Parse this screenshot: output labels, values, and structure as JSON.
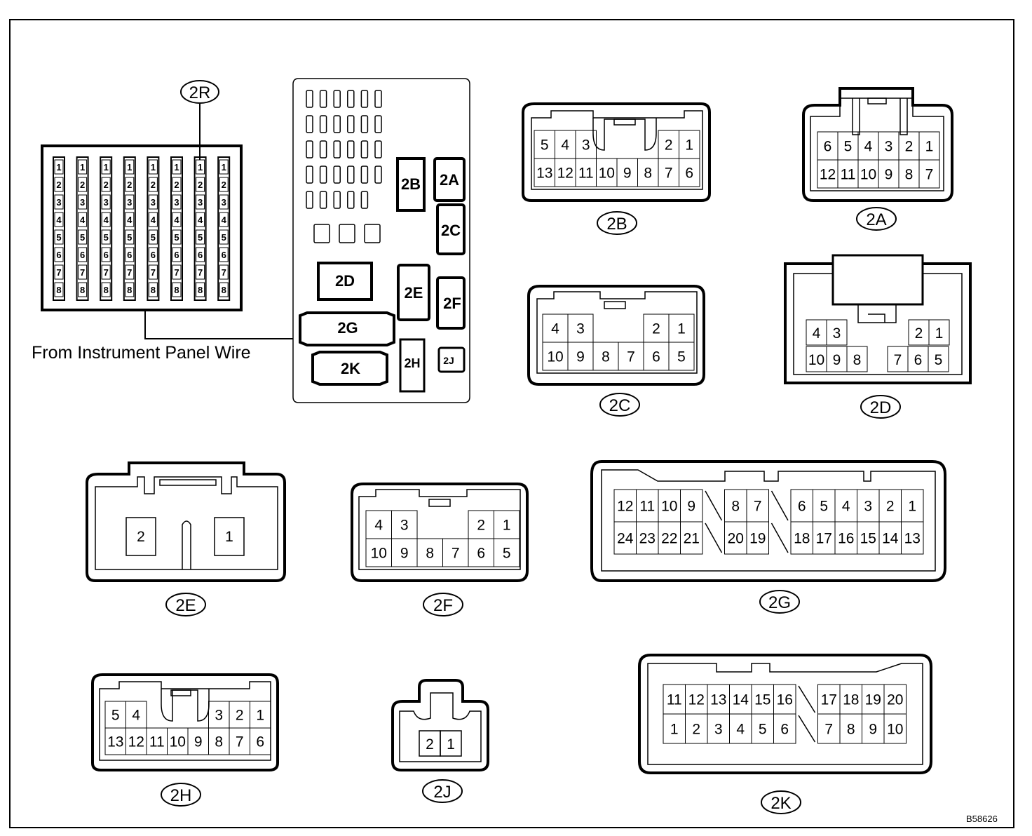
{
  "caption_from_panel": "From Instrument Panel Wire",
  "figure_code": "B58626",
  "fuse_block_slots": {
    "2B": "2B",
    "2A": "2A",
    "2C": "2C",
    "2D": "2D",
    "2E": "2E",
    "2F": "2F",
    "2G": "2G",
    "2K": "2K",
    "2H": "2H",
    "2J": "2J"
  },
  "connectors": {
    "2R": {
      "label": "2R",
      "columns": 8,
      "pins": [
        "1",
        "2",
        "3",
        "4",
        "5",
        "6",
        "7",
        "8"
      ]
    },
    "2B": {
      "label": "2B",
      "top": [
        "5",
        "4",
        "3",
        "",
        "",
        "",
        "2",
        "1"
      ],
      "bottom": [
        "13",
        "12",
        "11",
        "10",
        "9",
        "8",
        "7",
        "6"
      ]
    },
    "2A": {
      "label": "2A",
      "top": [
        "6",
        "5",
        "4",
        "3",
        "2",
        "1"
      ],
      "bottom": [
        "12",
        "11",
        "10",
        "9",
        "8",
        "7"
      ]
    },
    "2C": {
      "label": "2C",
      "top": [
        "4",
        "3",
        "",
        "",
        "2",
        "1"
      ],
      "bottom": [
        "10",
        "9",
        "8",
        "7",
        "6",
        "5"
      ]
    },
    "2D": {
      "label": "2D",
      "top": [
        "4",
        "3",
        "",
        "",
        "2",
        "1"
      ],
      "bottom": [
        "10",
        "9",
        "8",
        "",
        "7",
        "6",
        "5"
      ]
    },
    "2E": {
      "label": "2E",
      "pins": [
        "2",
        "1"
      ]
    },
    "2F": {
      "label": "2F",
      "top": [
        "4",
        "3",
        "",
        "",
        "2",
        "1"
      ],
      "bottom": [
        "10",
        "9",
        "8",
        "7",
        "6",
        "5"
      ]
    },
    "2G": {
      "label": "2G",
      "top": [
        "12",
        "11",
        "10",
        "9",
        "/",
        "8",
        "7",
        "/",
        "6",
        "5",
        "4",
        "3",
        "2",
        "1"
      ],
      "bottom": [
        "24",
        "23",
        "22",
        "21",
        "/",
        "20",
        "19",
        "/",
        "18",
        "17",
        "16",
        "15",
        "14",
        "13"
      ]
    },
    "2H": {
      "label": "2H",
      "top": [
        "5",
        "4",
        "",
        "",
        "",
        "3",
        "2",
        "1"
      ],
      "bottom": [
        "13",
        "12",
        "11",
        "10",
        "9",
        "8",
        "7",
        "6"
      ]
    },
    "2J": {
      "label": "2J",
      "pins": [
        "2",
        "1"
      ]
    },
    "2K": {
      "label": "2K",
      "top": [
        "11",
        "12",
        "13",
        "14",
        "15",
        "16",
        "/",
        "17",
        "18",
        "19",
        "20"
      ],
      "bottom": [
        "1",
        "2",
        "3",
        "4",
        "5",
        "6",
        "/",
        "7",
        "8",
        "9",
        "10"
      ]
    }
  }
}
